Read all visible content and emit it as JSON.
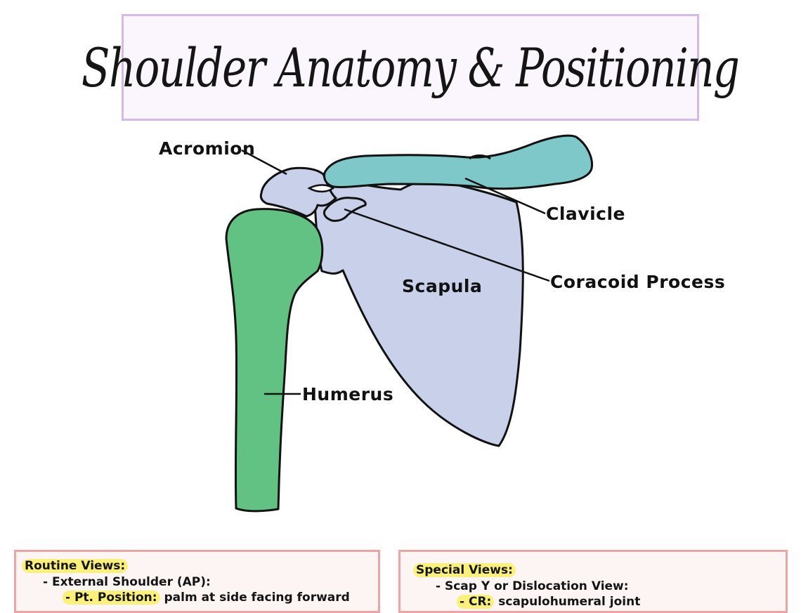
{
  "title": "Shoulder Anatomy & Positioning",
  "labels": {
    "acromion": "Acromion",
    "clavicle": "Clavicle",
    "coracoid": "Coracoid Process",
    "scapula": "Scapula",
    "humerus": "Humerus"
  },
  "colors": {
    "clavicle": "#7ec8ca",
    "scapula": "#c8d0ea",
    "humerus": "#62c283",
    "title_border": "#d7b8ea",
    "note_border": "#eea4a4",
    "highlight": "#fbf07a"
  },
  "routine": {
    "heading": "Routine Views:",
    "item1": "- External Shoulder (AP):",
    "sub_label": "- Pt. Position:",
    "sub_text": " palm at side facing forward"
  },
  "special": {
    "heading": "Special Views:",
    "item1": "- Scap Y or Dislocation View:",
    "sub_label": "- CR:",
    "sub_text": " scapulohumeral joint"
  }
}
